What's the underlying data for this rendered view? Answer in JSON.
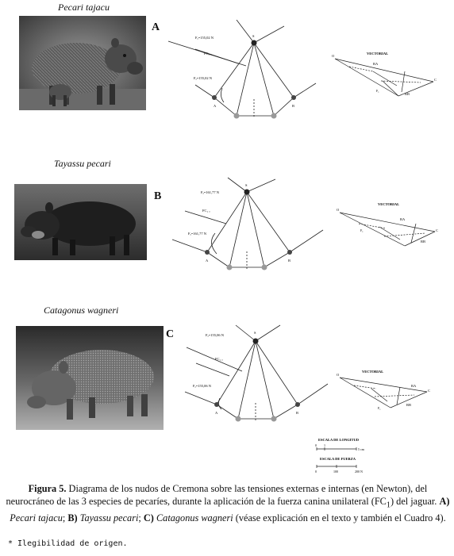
{
  "panels": [
    {
      "letter": "A",
      "species": "Pecari tajacu",
      "force_top": "Fₐ=155,02 N",
      "fc_label": "FC₁ ₐ",
      "force_left": "Fₐ=155,02 N",
      "node_top": "S",
      "node_left": "A",
      "node_right": "B",
      "vectorial_title": "VECTORIAL",
      "v_labels": [
        "O",
        "RA",
        "C",
        "RB",
        "F₁"
      ]
    },
    {
      "letter": "B",
      "species": "Tayassu pecari",
      "force_top": "Fₐ=161,77 N",
      "fc_label": "FC₁ ₐ",
      "force_left": "Fₐ=161,77 N",
      "node_top": "S",
      "node_left": "A",
      "node_right": "B",
      "vectorial_title": "VECTORIAL",
      "v_labels": [
        "O",
        "RA",
        "C",
        "RB",
        "F₁"
      ]
    },
    {
      "letter": "C",
      "species": "Catagonus wagneri",
      "force_top": "Fₐ=155,06 N",
      "fc_label": "FC₁ ₐ",
      "force_left": "Fₐ=155,06 N",
      "node_top": "S",
      "node_left": "A",
      "node_right": "B",
      "vectorial_title": "VECTORIAL",
      "v_labels": [
        "O",
        "RA",
        "C",
        "RB",
        "F₁"
      ]
    }
  ],
  "scales": {
    "length_title": "ESCALA DE LONGITUD",
    "length_ticks": [
      "0",
      "1",
      "5 cm"
    ],
    "force_title": "ESCALA DE FUERZA",
    "force_ticks": [
      "0",
      "100",
      "200 N"
    ]
  },
  "caption": {
    "fig_label": "Figura 5.",
    "text1": " Diagrama de los nudos de Cremona sobre las tensiones externas e internas (en Newton), del neurocráneo de las 3 especies de pecaríes, durante la aplicación de la fuerza canina unilateral (FC",
    "sub": "1",
    "text2": ") del jaguar. ",
    "a_label": "A)",
    "a_name": "Pecari tajacu",
    "sep1": "; ",
    "b_label": "B)",
    "b_name": "Tayassu pecari",
    "sep2": "; ",
    "c_label": "C)",
    "c_name": "Catagonus wagneri",
    "text3": " (véase explicación en el texto y también el Cuadro 4)."
  },
  "footnote": "* Ilegibilidad de origen."
}
